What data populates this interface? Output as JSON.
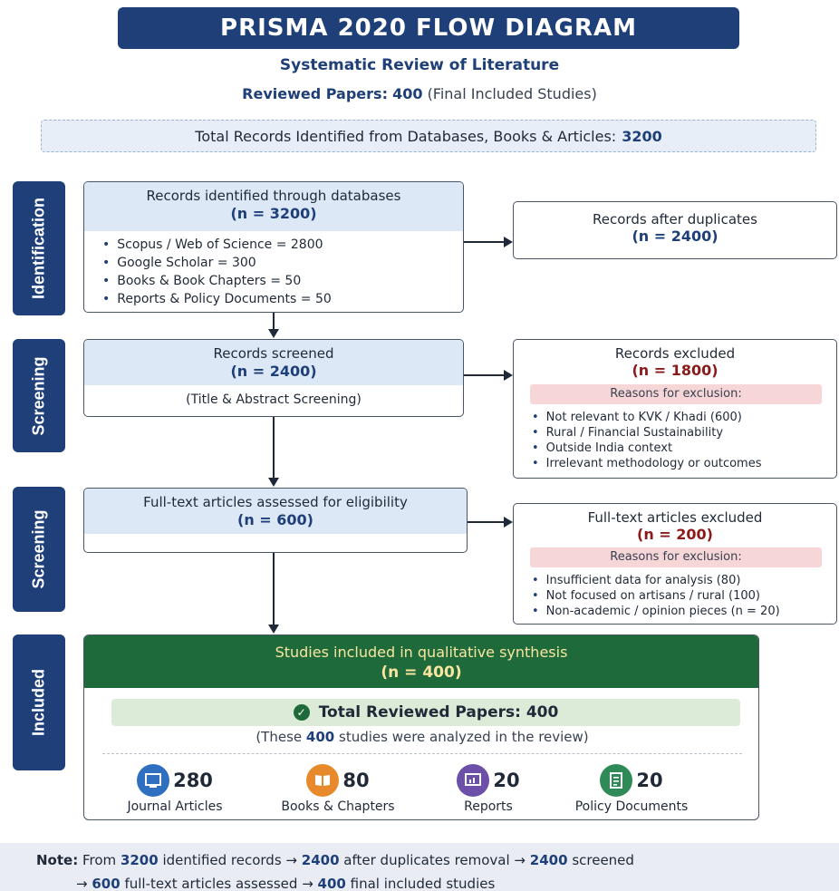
{
  "header": {
    "title": "PRISMA 2020 FLOW DIAGRAM",
    "subtitle": "Systematic Review of Literature",
    "reviewed_label": "Reviewed Papers:",
    "reviewed_value": "400",
    "reviewed_note": "(Final Included Studies)",
    "total_label": "Total Records Identified from Databases, Books & Articles:",
    "total_value": "3200"
  },
  "stages": {
    "identification": "Identification",
    "screening1": "Screening",
    "screening2": "Screening",
    "included": "Included"
  },
  "identified": {
    "title": "Records identified through databases",
    "n": "(n = 3200)",
    "items": [
      "Scopus / Web of Science = 2800",
      "Google Scholar = 300",
      "Books & Book Chapters = 50",
      "Reports & Policy Documents = 50"
    ]
  },
  "duplicates": {
    "title": "Records after duplicates",
    "n": "(n = 2400)"
  },
  "screened": {
    "title": "Records screened",
    "n": "(n = 2400)",
    "note": "(Title & Abstract Screening)"
  },
  "excluded": {
    "title": "Records excluded",
    "n": "(n = 1800)",
    "reasons_label": "Reasons for exclusion:",
    "reasons": [
      "Not relevant to KVK / Khadi (600)",
      "Rural / Financial Sustainability",
      "Outside India context",
      "Irrelevant methodology or outcomes"
    ]
  },
  "fulltext": {
    "title": "Full-text articles assessed for eligibility",
    "n": "(n = 600)"
  },
  "ft_excluded": {
    "title": "Full-text articles excluded",
    "n": "(n = 200)",
    "reasons_label": "Reasons for exclusion:",
    "reasons": [
      "Insufficient data for analysis (80)",
      "Not focused on artisans / rural (100)",
      "Non-academic / opinion pieces (n = 20)"
    ]
  },
  "included": {
    "title": "Studies included in qualitative synthesis",
    "n": "(n = 400)",
    "total_label": "Total Reviewed Papers: 400",
    "analyzed_pre": "(These",
    "analyzed_num": "400",
    "analyzed_post": "studies were analyzed in the review)",
    "stats": [
      {
        "value": "280",
        "label": "Journal Articles",
        "icon": "journal-icon",
        "color": "#2f6fbf"
      },
      {
        "value": "80",
        "label": "Books & Chapters",
        "icon": "book-icon",
        "color": "#e8892b"
      },
      {
        "value": "20",
        "label": "Reports",
        "icon": "report-icon",
        "color": "#6b4fa8"
      },
      {
        "value": "20",
        "label": "Policy Documents",
        "icon": "document-icon",
        "color": "#2e8b57"
      }
    ]
  },
  "note": {
    "label": "Note:",
    "t1": "From",
    "v1": "3200",
    "t2": "identified records →",
    "v2": "2400",
    "t3": "after duplicates removal →",
    "v3": "2400",
    "t4": "screened",
    "t5": "→",
    "v4": "600",
    "t6": "full-text articles assessed →",
    "v5": "400",
    "t7": "final included studies"
  }
}
